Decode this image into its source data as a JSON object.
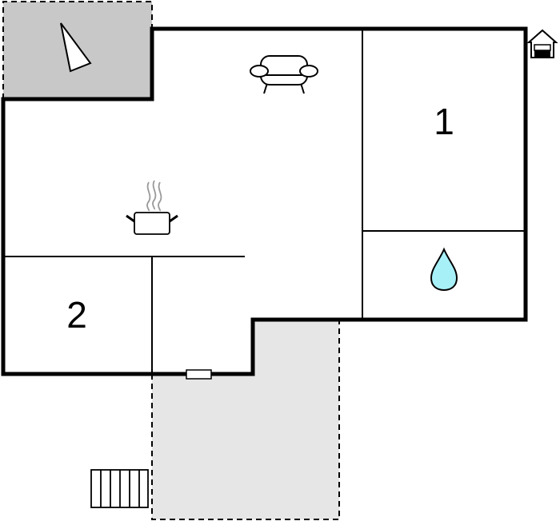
{
  "floorplan": {
    "rooms": [
      {
        "id": "bedroom-1",
        "label": "1"
      },
      {
        "id": "bedroom-2",
        "label": "2"
      }
    ],
    "icons": {
      "living": "sofa-icon",
      "kitchen": "cooking-pot-icon",
      "bathroom": "water-drop-icon",
      "entrance": "house-entrance-icon",
      "stairs": "stairs-icon",
      "orientation": "north-arrow-icon",
      "door": "door-icon"
    },
    "colors": {
      "walls": "#000000",
      "balcony": "#c8c8c8",
      "terrace": "#e6e6e6",
      "water": "#a8f0f8"
    }
  }
}
